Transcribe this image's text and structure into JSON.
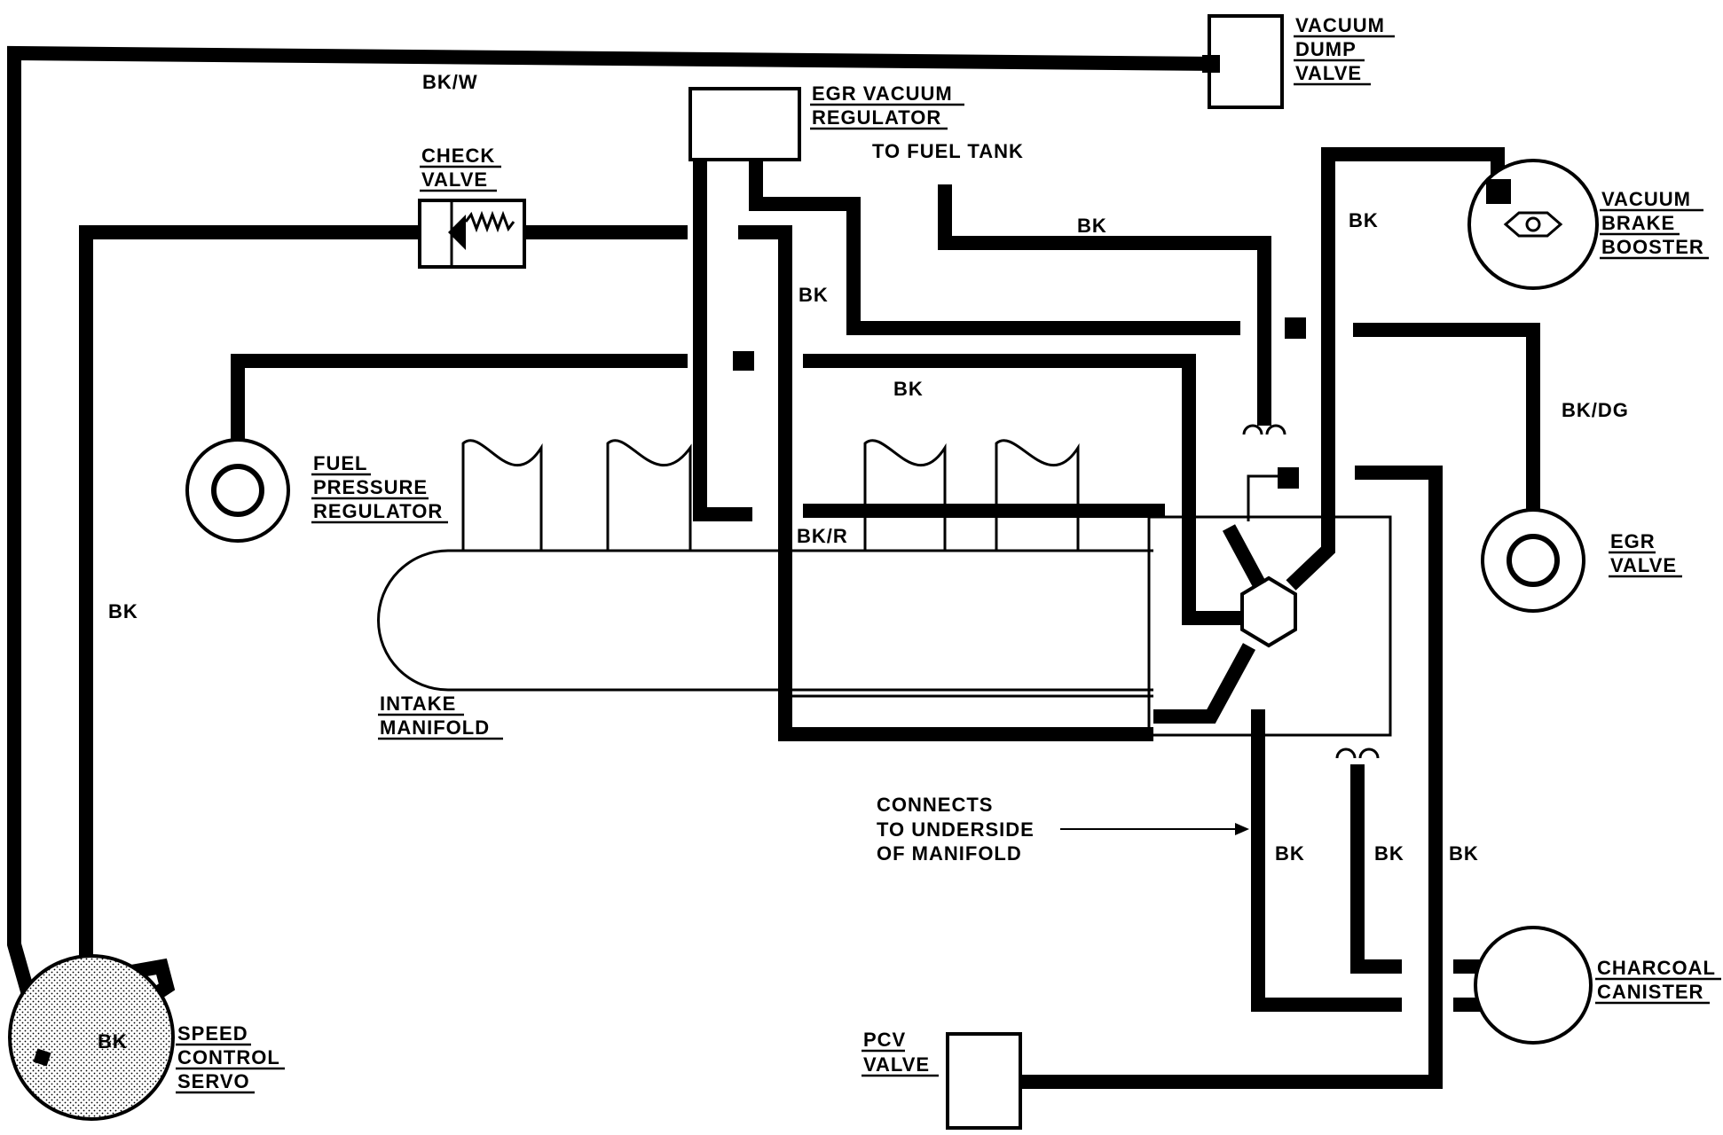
{
  "components": {
    "vacuum_dump_valve": [
      "VACUUM",
      "DUMP",
      "VALVE"
    ],
    "egr_vacuum_regulator": [
      "EGR VACUUM",
      "REGULATOR"
    ],
    "check_valve": [
      "CHECK",
      "VALVE"
    ],
    "vacuum_brake_booster": [
      "VACUUM",
      "BRAKE",
      "BOOSTER"
    ],
    "fuel_pressure_regulator": [
      "FUEL",
      "PRESSURE",
      "REGULATOR"
    ],
    "egr_valve": [
      "EGR",
      "VALVE"
    ],
    "intake_manifold": [
      "INTAKE",
      "MANIFOLD"
    ],
    "charcoal_canister": [
      "CHARCOAL",
      "CANISTER"
    ],
    "pcv_valve": [
      "PCV",
      "VALVE"
    ],
    "speed_control_servo": [
      "SPEED",
      "CONTROL",
      "SERVO"
    ]
  },
  "notes": {
    "to_fuel_tank": "TO FUEL TANK",
    "connects_underside": [
      "CONNECTS",
      "TO UNDERSIDE",
      "OF MANIFOLD"
    ]
  },
  "hose_colors": {
    "bk_w": "BK/W",
    "bk": "BK",
    "bk_dg": "BK/DG",
    "bk_r": "BK/R"
  }
}
